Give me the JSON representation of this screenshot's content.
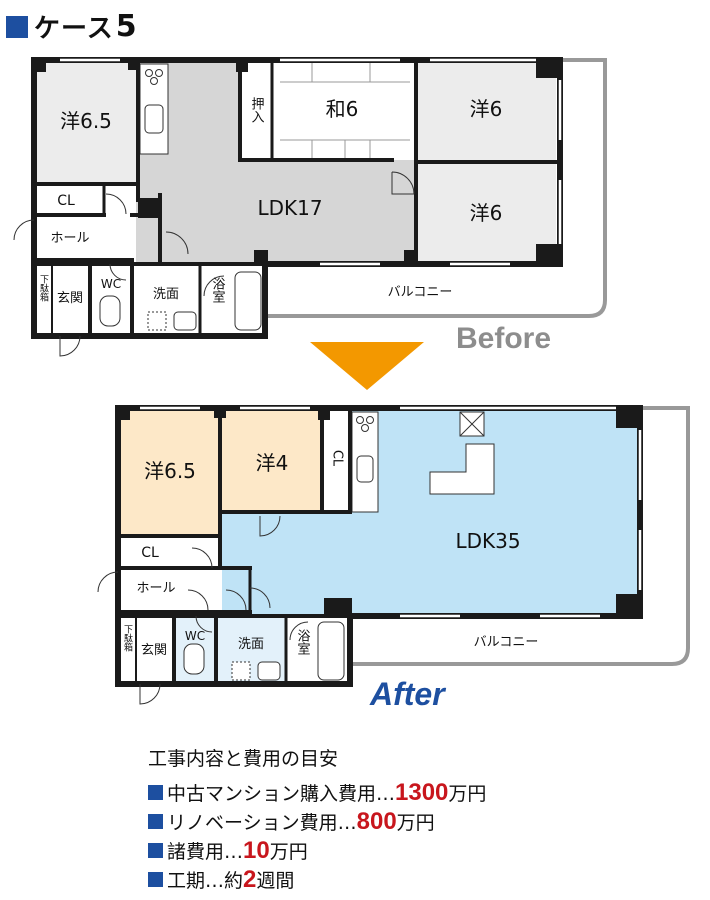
{
  "title": {
    "prefix": "ケース",
    "number": "5"
  },
  "before": {
    "label": "Before",
    "rooms": {
      "yo65": "洋6.5",
      "wa6": "和6",
      "yo6a": "洋6",
      "yo6b": "洋6",
      "ldk": "LDK17",
      "cl": "CL",
      "hall": "ホール",
      "oshiire": "押入",
      "wc": "WC",
      "senmen": "洗面",
      "yokushitsu": "浴室",
      "genkan": "玄関",
      "getabako": "下駄箱",
      "balcony": "バルコニー"
    }
  },
  "after": {
    "label": "After",
    "rooms": {
      "yo65": "洋6.5",
      "yo4": "洋4",
      "ldk": "LDK35",
      "cl": "CL",
      "cl2": "CL",
      "hall": "ホール",
      "wc": "WC",
      "senmen": "洗面",
      "yokushitsu": "浴室",
      "genkan": "玄関",
      "getabako": "下駄箱",
      "balcony": "バルコニー"
    }
  },
  "colors": {
    "blue": "#1d4fa0",
    "red": "#c8161d",
    "arrow": "#f39800",
    "ldk_after": "#bfe3f6",
    "yo_after": "#fde8c8",
    "gray": "#d9d9d9"
  },
  "costs": {
    "heading": "工事内容と費用の目安",
    "items": [
      {
        "label": "中古マンション購入費用…",
        "value": "1300",
        "unit": "万円"
      },
      {
        "label": "リノベーション費用…",
        "value": "800",
        "unit": "万円"
      },
      {
        "label": "諸費用…",
        "value": "10",
        "unit": "万円"
      },
      {
        "label": "工期…約",
        "value": "2",
        "unit": "週間"
      }
    ]
  }
}
